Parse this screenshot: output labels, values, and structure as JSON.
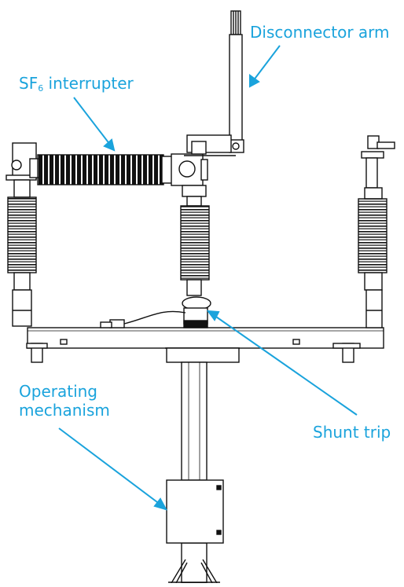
{
  "labels": {
    "disconnector_arm": "Disconnector arm",
    "sf6_main": "SF",
    "sf6_subscript": "6",
    "sf6_rest": " interrupter",
    "operating_line1": "Operating",
    "operating_line2": "mechanism",
    "shunt_trip": "Shunt trip"
  },
  "colors": {
    "callout": "#1aa3dc",
    "line_art": "#111111",
    "background": "#ffffff"
  }
}
